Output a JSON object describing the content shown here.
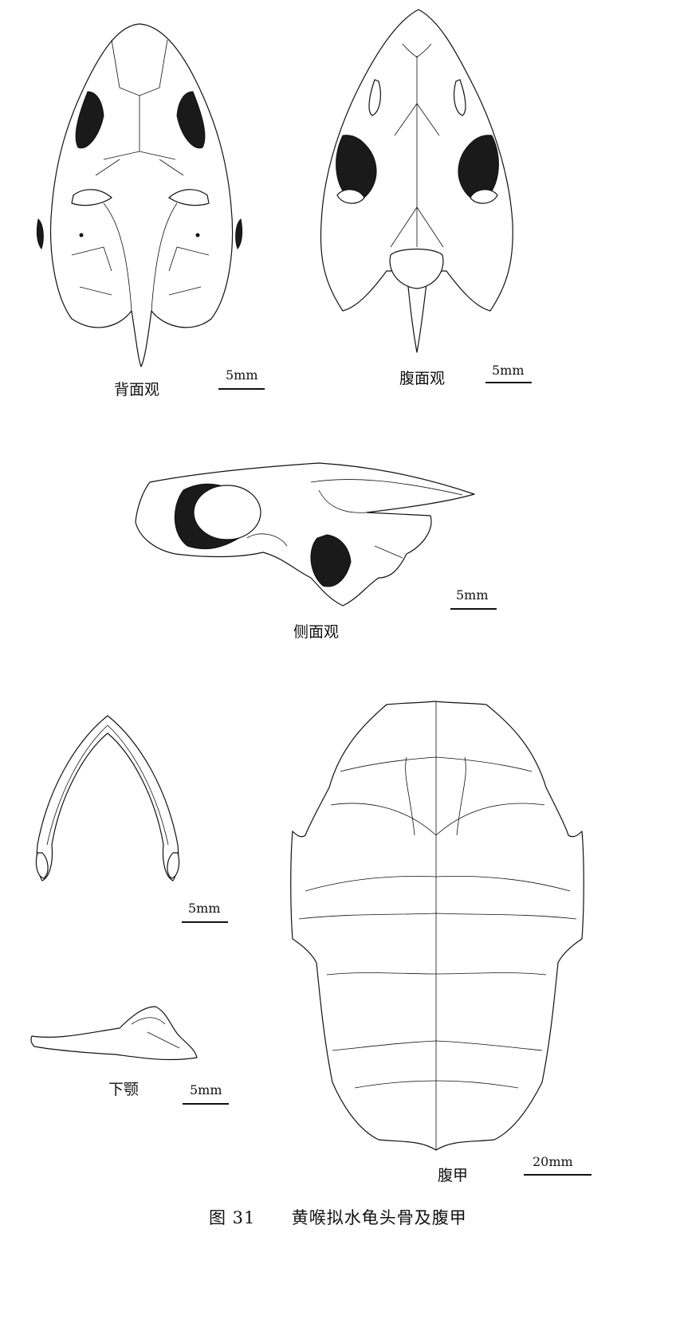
{
  "figure": {
    "caption_number": "图 31",
    "caption_title": "黄喉拟水龟头骨及腹甲"
  },
  "views": {
    "dorsal": {
      "label": "背面观",
      "scale": "5mm"
    },
    "ventral": {
      "label": "腹面观",
      "scale": "5mm"
    },
    "lateral": {
      "label": "侧面观",
      "scale": "5mm"
    },
    "mandible_top": {
      "scale": "5mm"
    },
    "mandible": {
      "label": "下颚",
      "scale": "5mm"
    },
    "plastron": {
      "label": "腹甲",
      "scale": "20mm"
    }
  }
}
